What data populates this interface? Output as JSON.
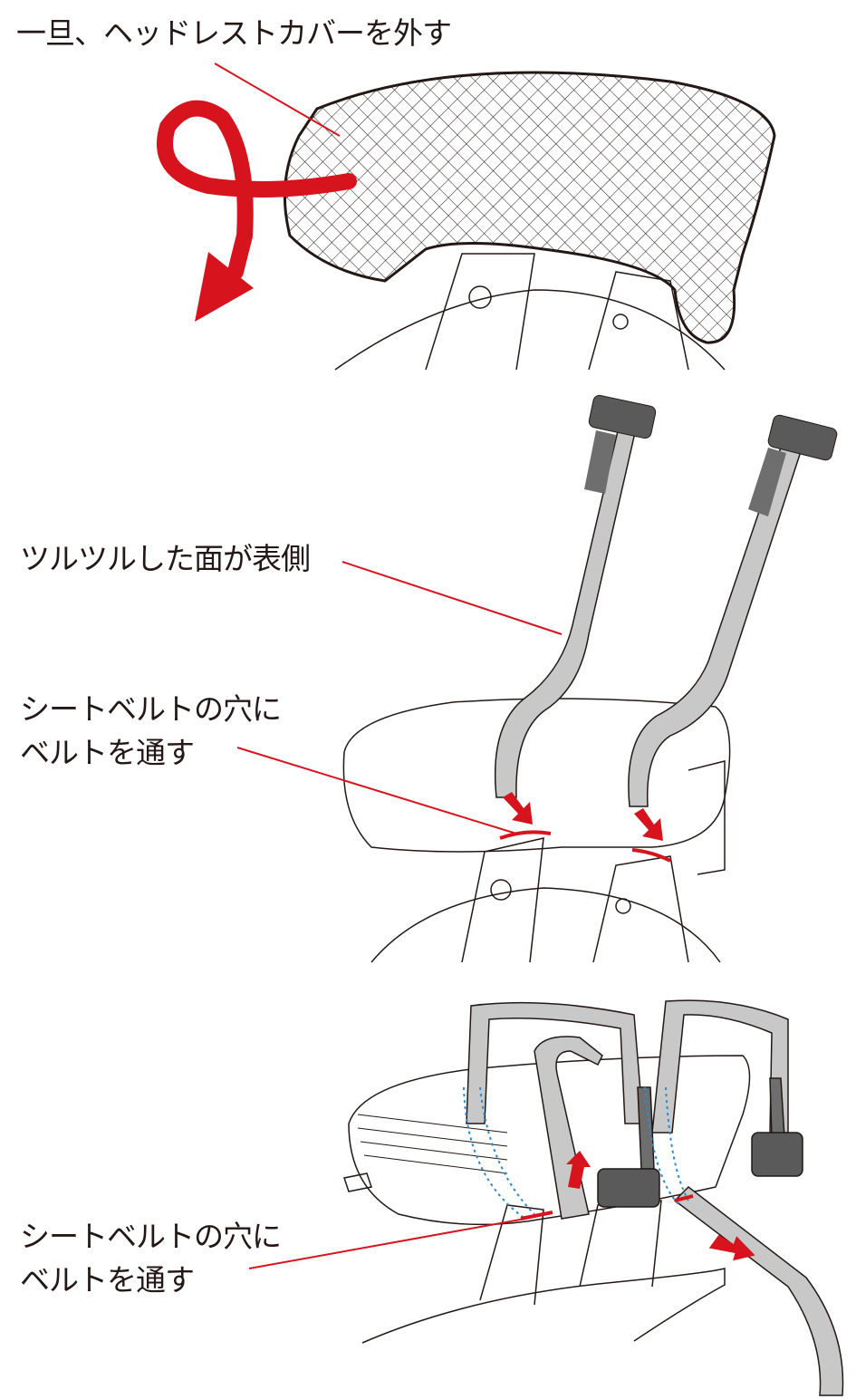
{
  "step1": {
    "caption": "一旦、ヘッドレストカバーを外す"
  },
  "step2": {
    "caption_surface": "ツルツルした面が表側",
    "caption_hole_line1": "シートベルトの穴に",
    "caption_hole_line2": "ベルトを通す"
  },
  "step3": {
    "caption_hole_line1": "シートベルトの穴に",
    "caption_hole_line2": "ベルトを通す"
  },
  "colors": {
    "accent": "#d7141e",
    "line": "#231815",
    "strap": "#c8c8c8",
    "strap_dark": "#6e6e6e",
    "guide": "#2a8ad4"
  }
}
